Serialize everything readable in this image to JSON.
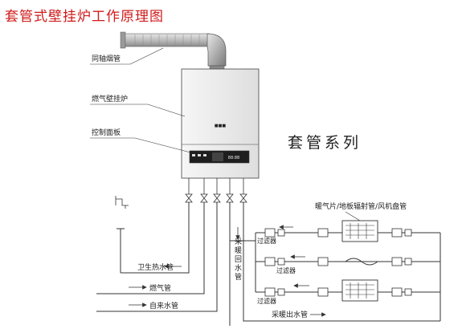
{
  "title": "套管式壁挂炉工作原理图",
  "series_label": "套管系列",
  "callouts": {
    "flue": "同轴烟管",
    "boiler": "燃气壁挂炉",
    "panel": "控制面板"
  },
  "panel_display": "88:88",
  "boiler_logo": "■■■",
  "pipes": {
    "hot_water": "卫生热水管",
    "gas": "燃气管",
    "cold_water": "自来水管",
    "return": "采暖回水管",
    "supply": "采暖出水管"
  },
  "radiator_header": "暖气片/地板辐射管/风机盘管",
  "filter": "过滤器"
}
